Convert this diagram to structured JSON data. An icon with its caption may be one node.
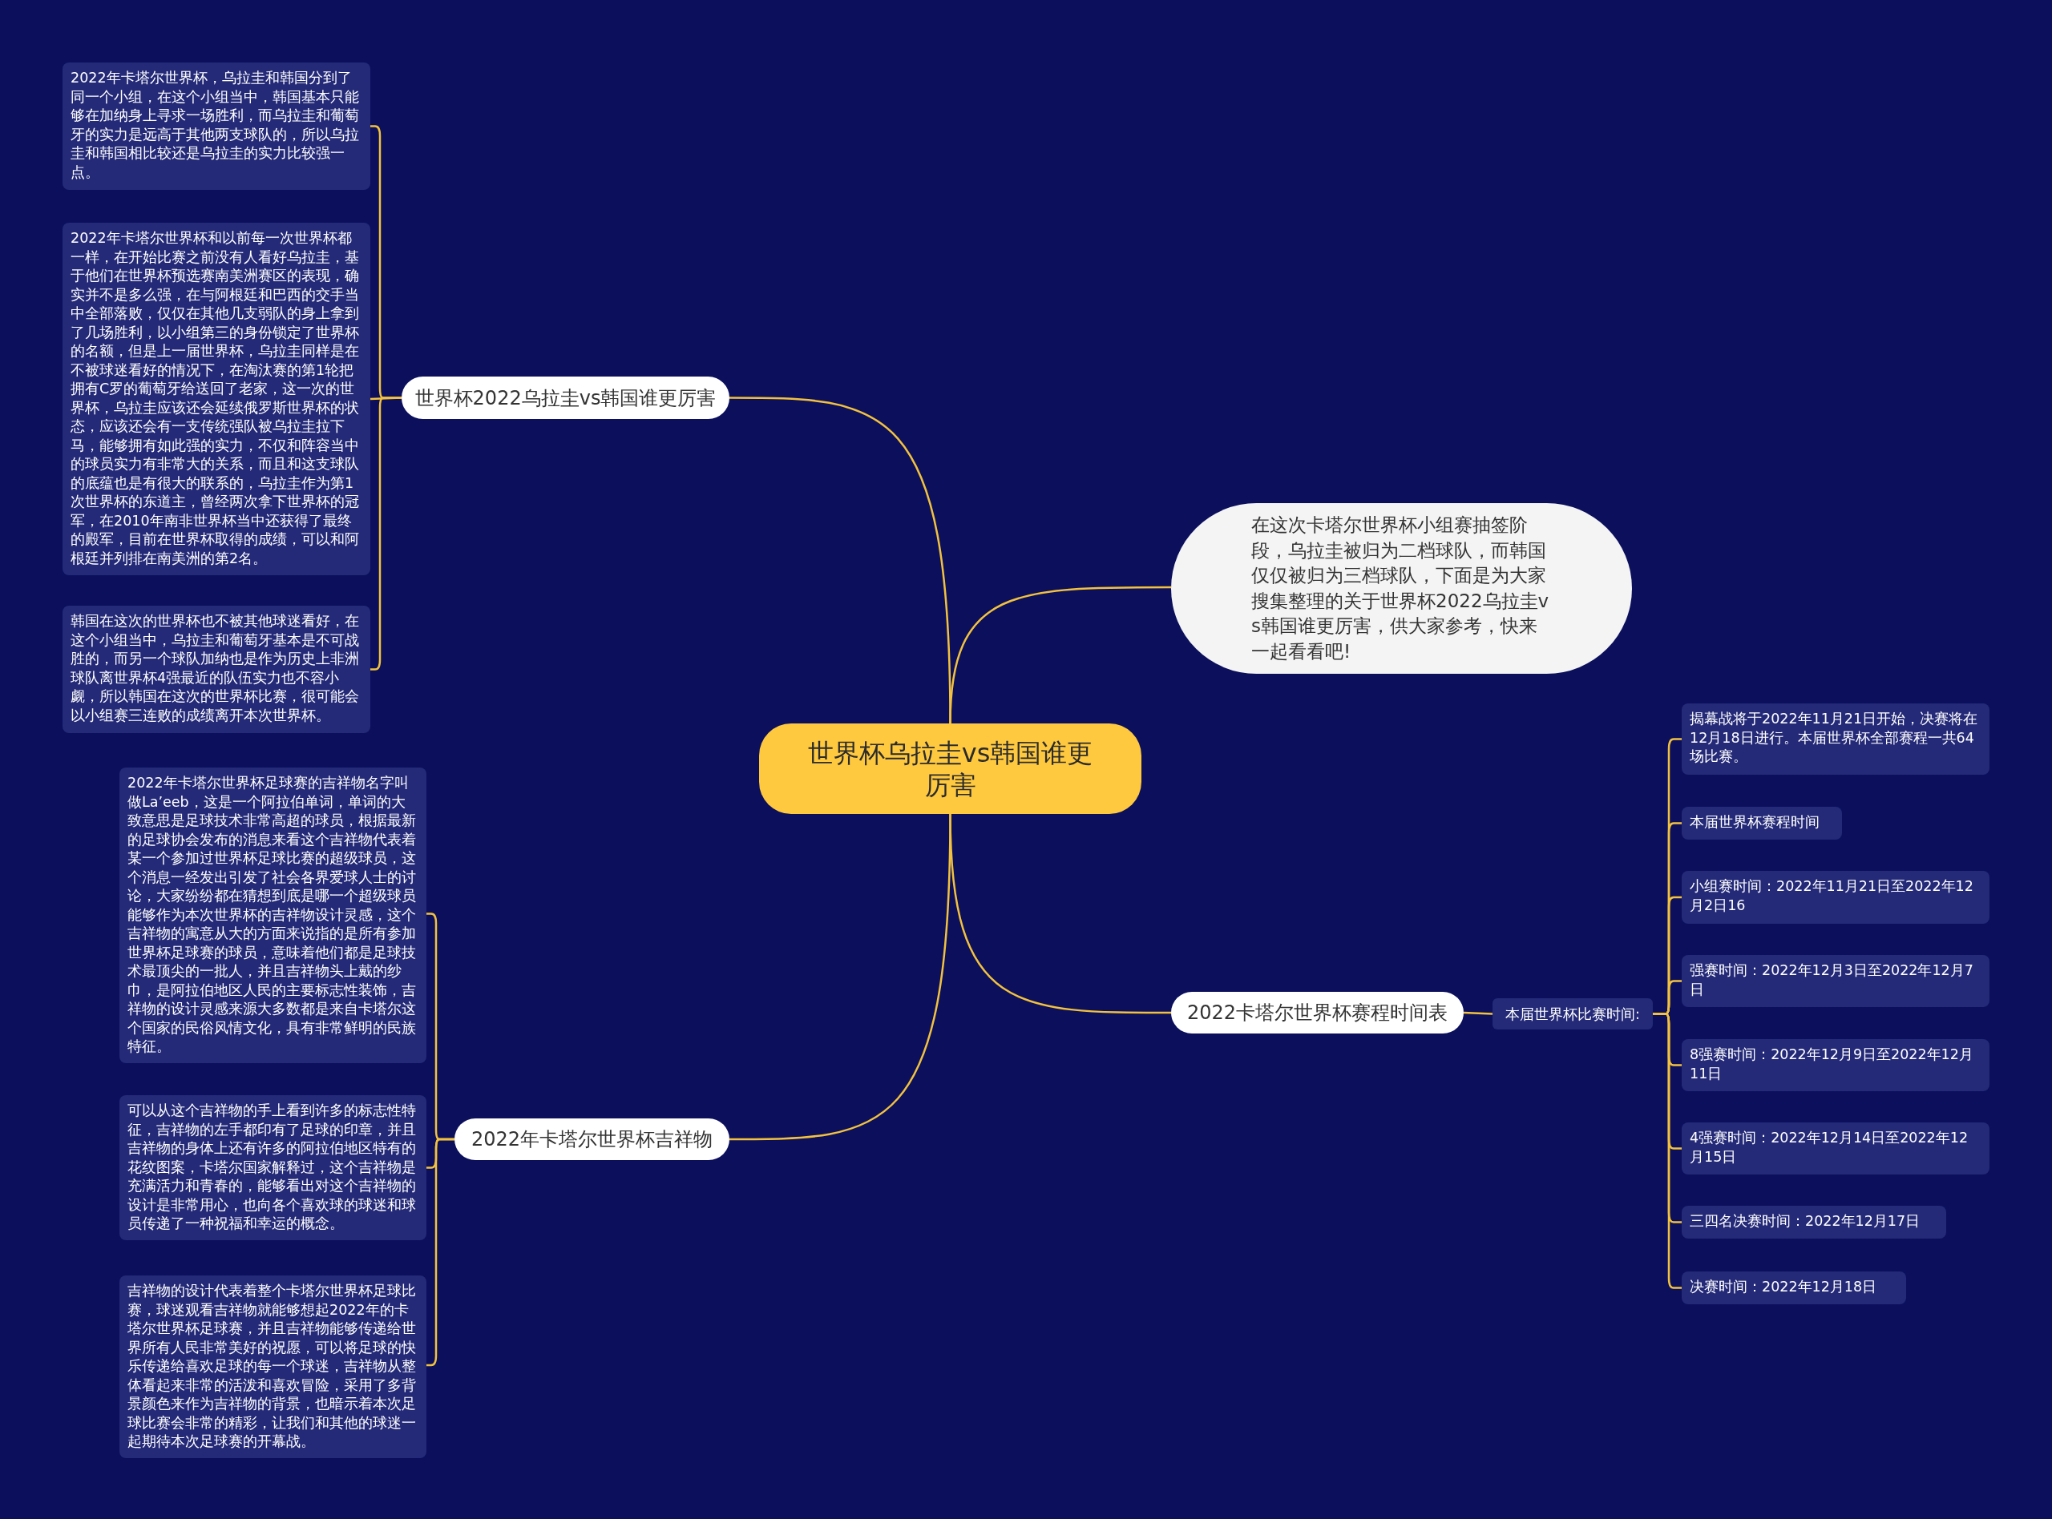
{
  "diagram": {
    "nodes": [
      {
        "text": [
          "世界杯乌拉圭vs韩国谁更厉害"
        ]
      },
      {
        "text": [
          "世界杯2022乌拉圭vs韩国谁更厉害"
        ]
      },
      {
        "text": [
          "2022年卡塔尔世界杯，乌拉圭和韩国分到了同一个小组，在这个小组当中，韩国基本只能够在加纳身上寻求一场胜利，而乌拉圭和葡萄牙的实力是远高于其他两支球队的，所以乌拉圭和韩国相比较还是乌拉圭的实力比较强一点。"
        ]
      },
      {
        "text": [
          "2022年卡塔尔世界杯和以前每一次世界杯都一样，在开始比赛之前没有人看好乌拉圭，基于他们在世界杯预选赛南美洲赛区的表现，确实并不是多么强，在与阿根廷和巴西的交手当中全部落败，仅仅在其他几支弱队的身上拿到了几场胜利，以小组第三的身份锁定了世界杯的名额，但是上一届世界杯，乌拉圭同样是在不被球迷看好的情况下，在淘汰赛的第1轮把拥有C罗的葡萄牙给送回了老家，这一次的世界杯，乌拉圭应该还会延续俄罗斯世界杯的状态，应该还会有一支传统强队被乌拉圭拉下马，能够拥有如此强的实力，不仅和阵容当中的球员实力有非常大的关系，而且和这支球队的底蕴也是有很大的联系的，乌拉圭作为第1次世界杯的东道主，曾经两次拿下世界杯的冠军，在2010年南非世界杯当中还获得了最终的殿军，目前在世界杯取得的成绩，可以和阿根廷并列排在南美洲的第2名。"
        ]
      },
      {
        "text": [
          "韩国在这次的世界杯也不被其他球迷看好，在这个小组当中，乌拉圭和葡萄牙基本是不可战胜的，而另一个球队加纳也是作为历史上非洲球队离世界杯4强最近的队伍实力也不容小觑，所以韩国在这次的世界杯比赛，很可能会以小组赛三连败的成绩离开本次世界杯。"
        ]
      },
      {
        "text": [
          "在这次卡塔尔世界杯小组赛抽签阶段，乌拉圭被归为二档球队，而韩国仅仅被归为三档球队，下面是为大家搜集整理的关于世界杯2022乌拉圭vs韩国谁更厉害，供大家参考，快来一起看看吧!"
        ]
      },
      {
        "text": [
          "2022卡塔尔世界杯赛程时间表"
        ]
      },
      {
        "text": [
          "本届世界杯比赛时间:"
        ]
      },
      {
        "text": [
          "揭幕战将于2022年11月21日开始，决赛将在12月18日进行。本届世界杯全部赛程一共64场比赛。"
        ]
      },
      {
        "text": [
          "本届世界杯赛程时间"
        ]
      },
      {
        "text": [
          "小组赛时间：2022年11月21日至2022年12月2日16"
        ]
      },
      {
        "text": [
          "强赛时间：2022年12月3日至2022年12月7日"
        ]
      },
      {
        "text": [
          "8强赛时间：2022年12月9日至2022年12月11日"
        ]
      },
      {
        "text": [
          "4强赛时间：2022年12月14日至2022年12月15日"
        ]
      },
      {
        "text": [
          "三四名决赛时间：2022年12月17日"
        ]
      },
      {
        "text": [
          "决赛时间：2022年12月18日"
        ]
      },
      {
        "text": [
          "2022年卡塔尔世界杯吉祥物"
        ]
      },
      {
        "text": [
          "2022年卡塔尔世界杯足球赛的吉祥物名字叫做La’eeb，这是一个阿拉伯单词，单词的大致意思是足球技术非常高超的球员，根据最新的足球协会发布的消息来看这个吉祥物代表着某一个参加过世界杯足球比赛的超级球员，这个消息一经发出引发了社会各界爱球人士的讨论，大家纷纷都在猜想到底是哪一个超级球员能够作为本次世界杯的吉祥物设计灵感，这个吉祥物的寓意从大的方面来说指的是所有参加世界杯足球赛的球员，意味着他们都是足球技术最顶尖的一批人，并且吉祥物头上戴的纱巾，是阿拉伯地区人民的主要标志性装饰，吉祥物的设计灵感来源大多数都是来自卡塔尔这个国家的民俗风情文化，具有非常鲜明的民族特征。"
        ]
      },
      {
        "text": [
          "可以从这个吉祥物的手上看到许多的标志性特征，吉祥物的左手都印有了足球的印章，并且吉祥物的身体上还有许多的阿拉伯地区特有的花纹图案，卡塔尔国家解释过，这个吉祥物是充满活力和青春的，能够看出对这个吉祥物的设计是非常用心，也向各个喜欢球的球迷和球员传递了一种祝福和幸运的概念。"
        ]
      },
      {
        "text": [
          "吉祥物的设计代表着整个卡塔尔世界杯足球比赛，球迷观看吉祥物就能够想起2022年的卡塔尔世界杯足球赛，并且吉祥物能够传递给世界所有人民非常美好的祝愿，可以将足球的快乐传递给喜欢足球的每一个球迷，吉祥物从整体看起来非常的活泼和喜欢冒险，采用了多背景颜色来作为吉祥物的背景，也暗示着本次足球比赛会非常的精彩，让我们和其他的球迷一起期待本次足球赛的开幕战。"
        ]
      }
    ],
    "edges": [
      {
        "from": 0,
        "to": 1,
        "arrow": "none"
      },
      {
        "from": 1,
        "to": 2,
        "arrow": "none"
      },
      {
        "from": 1,
        "to": 3,
        "arrow": "none"
      },
      {
        "from": 1,
        "to": 4,
        "arrow": "none"
      },
      {
        "from": 0,
        "to": 5,
        "arrow": "none"
      },
      {
        "from": 0,
        "to": 6,
        "arrow": "none"
      },
      {
        "from": 6,
        "to": 7,
        "arrow": "none"
      },
      {
        "from": 7,
        "to": 8,
        "arrow": "none"
      },
      {
        "from": 7,
        "to": 9,
        "arrow": "none"
      },
      {
        "from": 7,
        "to": 10,
        "arrow": "none"
      },
      {
        "from": 7,
        "to": 11,
        "arrow": "none"
      },
      {
        "from": 7,
        "to": 12,
        "arrow": "none"
      },
      {
        "from": 7,
        "to": 13,
        "arrow": "none"
      },
      {
        "from": 7,
        "to": 14,
        "arrow": "none"
      },
      {
        "from": 7,
        "to": 15,
        "arrow": "none"
      },
      {
        "from": 0,
        "to": 16,
        "arrow": "none"
      },
      {
        "from": 16,
        "to": 17,
        "arrow": "none"
      },
      {
        "from": 16,
        "to": 18,
        "arrow": "none"
      },
      {
        "from": 16,
        "to": 19,
        "arrow": "none"
      }
    ]
  }
}
